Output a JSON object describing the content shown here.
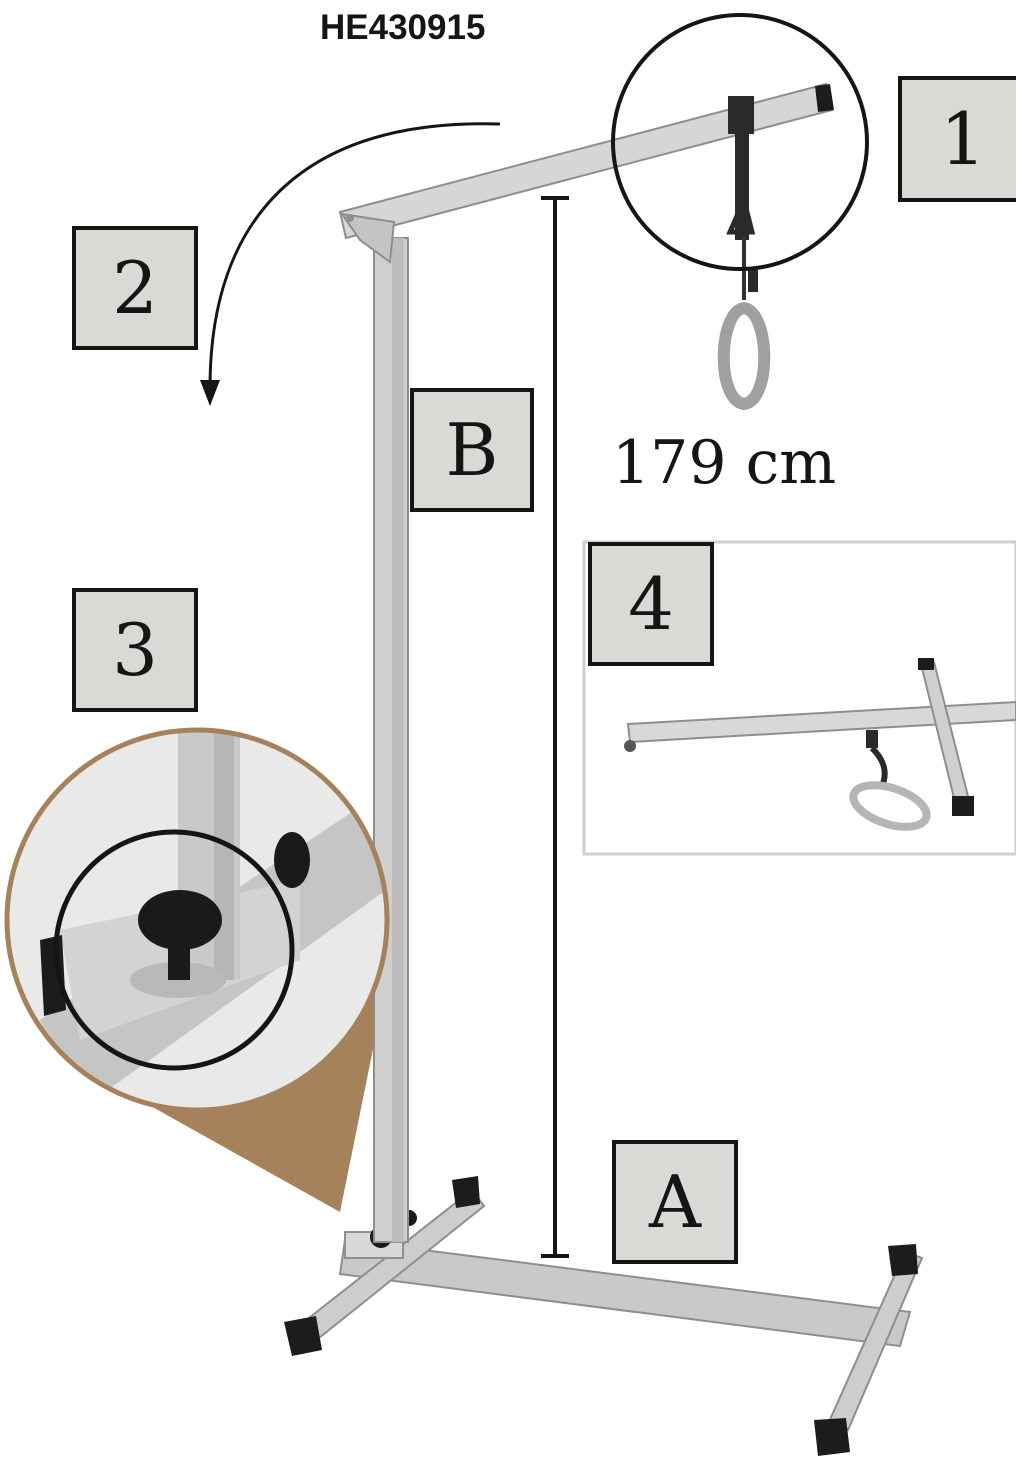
{
  "product_code": "HE430915",
  "height_measurement": "179 cm",
  "step_labels": {
    "step1": "1",
    "step2": "2",
    "step3": "3",
    "step4": "4",
    "part_a": "A",
    "part_b": "B"
  }
}
